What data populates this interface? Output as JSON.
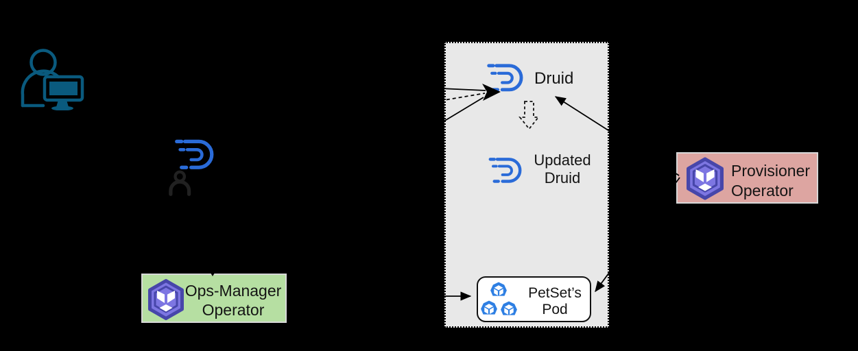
{
  "diagram": {
    "type": "architecture-diagram",
    "background": "#000000"
  },
  "colors": {
    "background": "#000000",
    "panel_bg": "#e8e8e8",
    "druid_blue": "#2a6bd8",
    "pod_blue": "#2e7fe3",
    "operator_purple": "#7d76e2",
    "operator_purple_dark": "#4746aa",
    "ops_manager_bg": "#b6dfa2",
    "provisioner_bg": "#dda5a1",
    "user_teal": "#0a5a7e",
    "petset_bg": "#ffffff",
    "arrow_color": "#000000",
    "text_color": "#141414"
  },
  "user": {
    "icon": "user-at-computer-icon"
  },
  "druid_operator_figure": {
    "logo_icon": "druid-logo",
    "person_icon": "person-icon"
  },
  "cluster_panel": {
    "border_style": "dotted",
    "druid": {
      "icon": "druid-logo",
      "label": "Druid"
    },
    "update_transition_icon": "dashed-down-arrow-icon",
    "updated_druid": {
      "icon": "druid-logo",
      "label_line1": "Updated",
      "label_line2": "Druid"
    },
    "petset_pod": {
      "label_line1": "PetSet’s",
      "label_line2": "Pod",
      "pod_icon": "kubernetes-pod-icon",
      "pod_count": 3
    }
  },
  "operators": {
    "ops_manager": {
      "icon": "operator-cube-icon",
      "label_line1": "Ops-Manager",
      "label_line2": "Operator",
      "bg": "#b6dfa2"
    },
    "provisioner": {
      "icon": "operator-cube-icon",
      "label_line1": "Provisioner",
      "label_line2": "Operator",
      "bg": "#dda5a1"
    }
  },
  "arrows": {
    "into_druid_solid_count": 2,
    "into_druid_dashed_count": 1,
    "provisioner_to_druid": "solid",
    "provisioner_to_petset_pod": "solid",
    "into_petset_pod_from_left": "solid",
    "into_ops_manager_from_top": "solid",
    "druid_to_updated_druid": "dashed-hollow"
  }
}
